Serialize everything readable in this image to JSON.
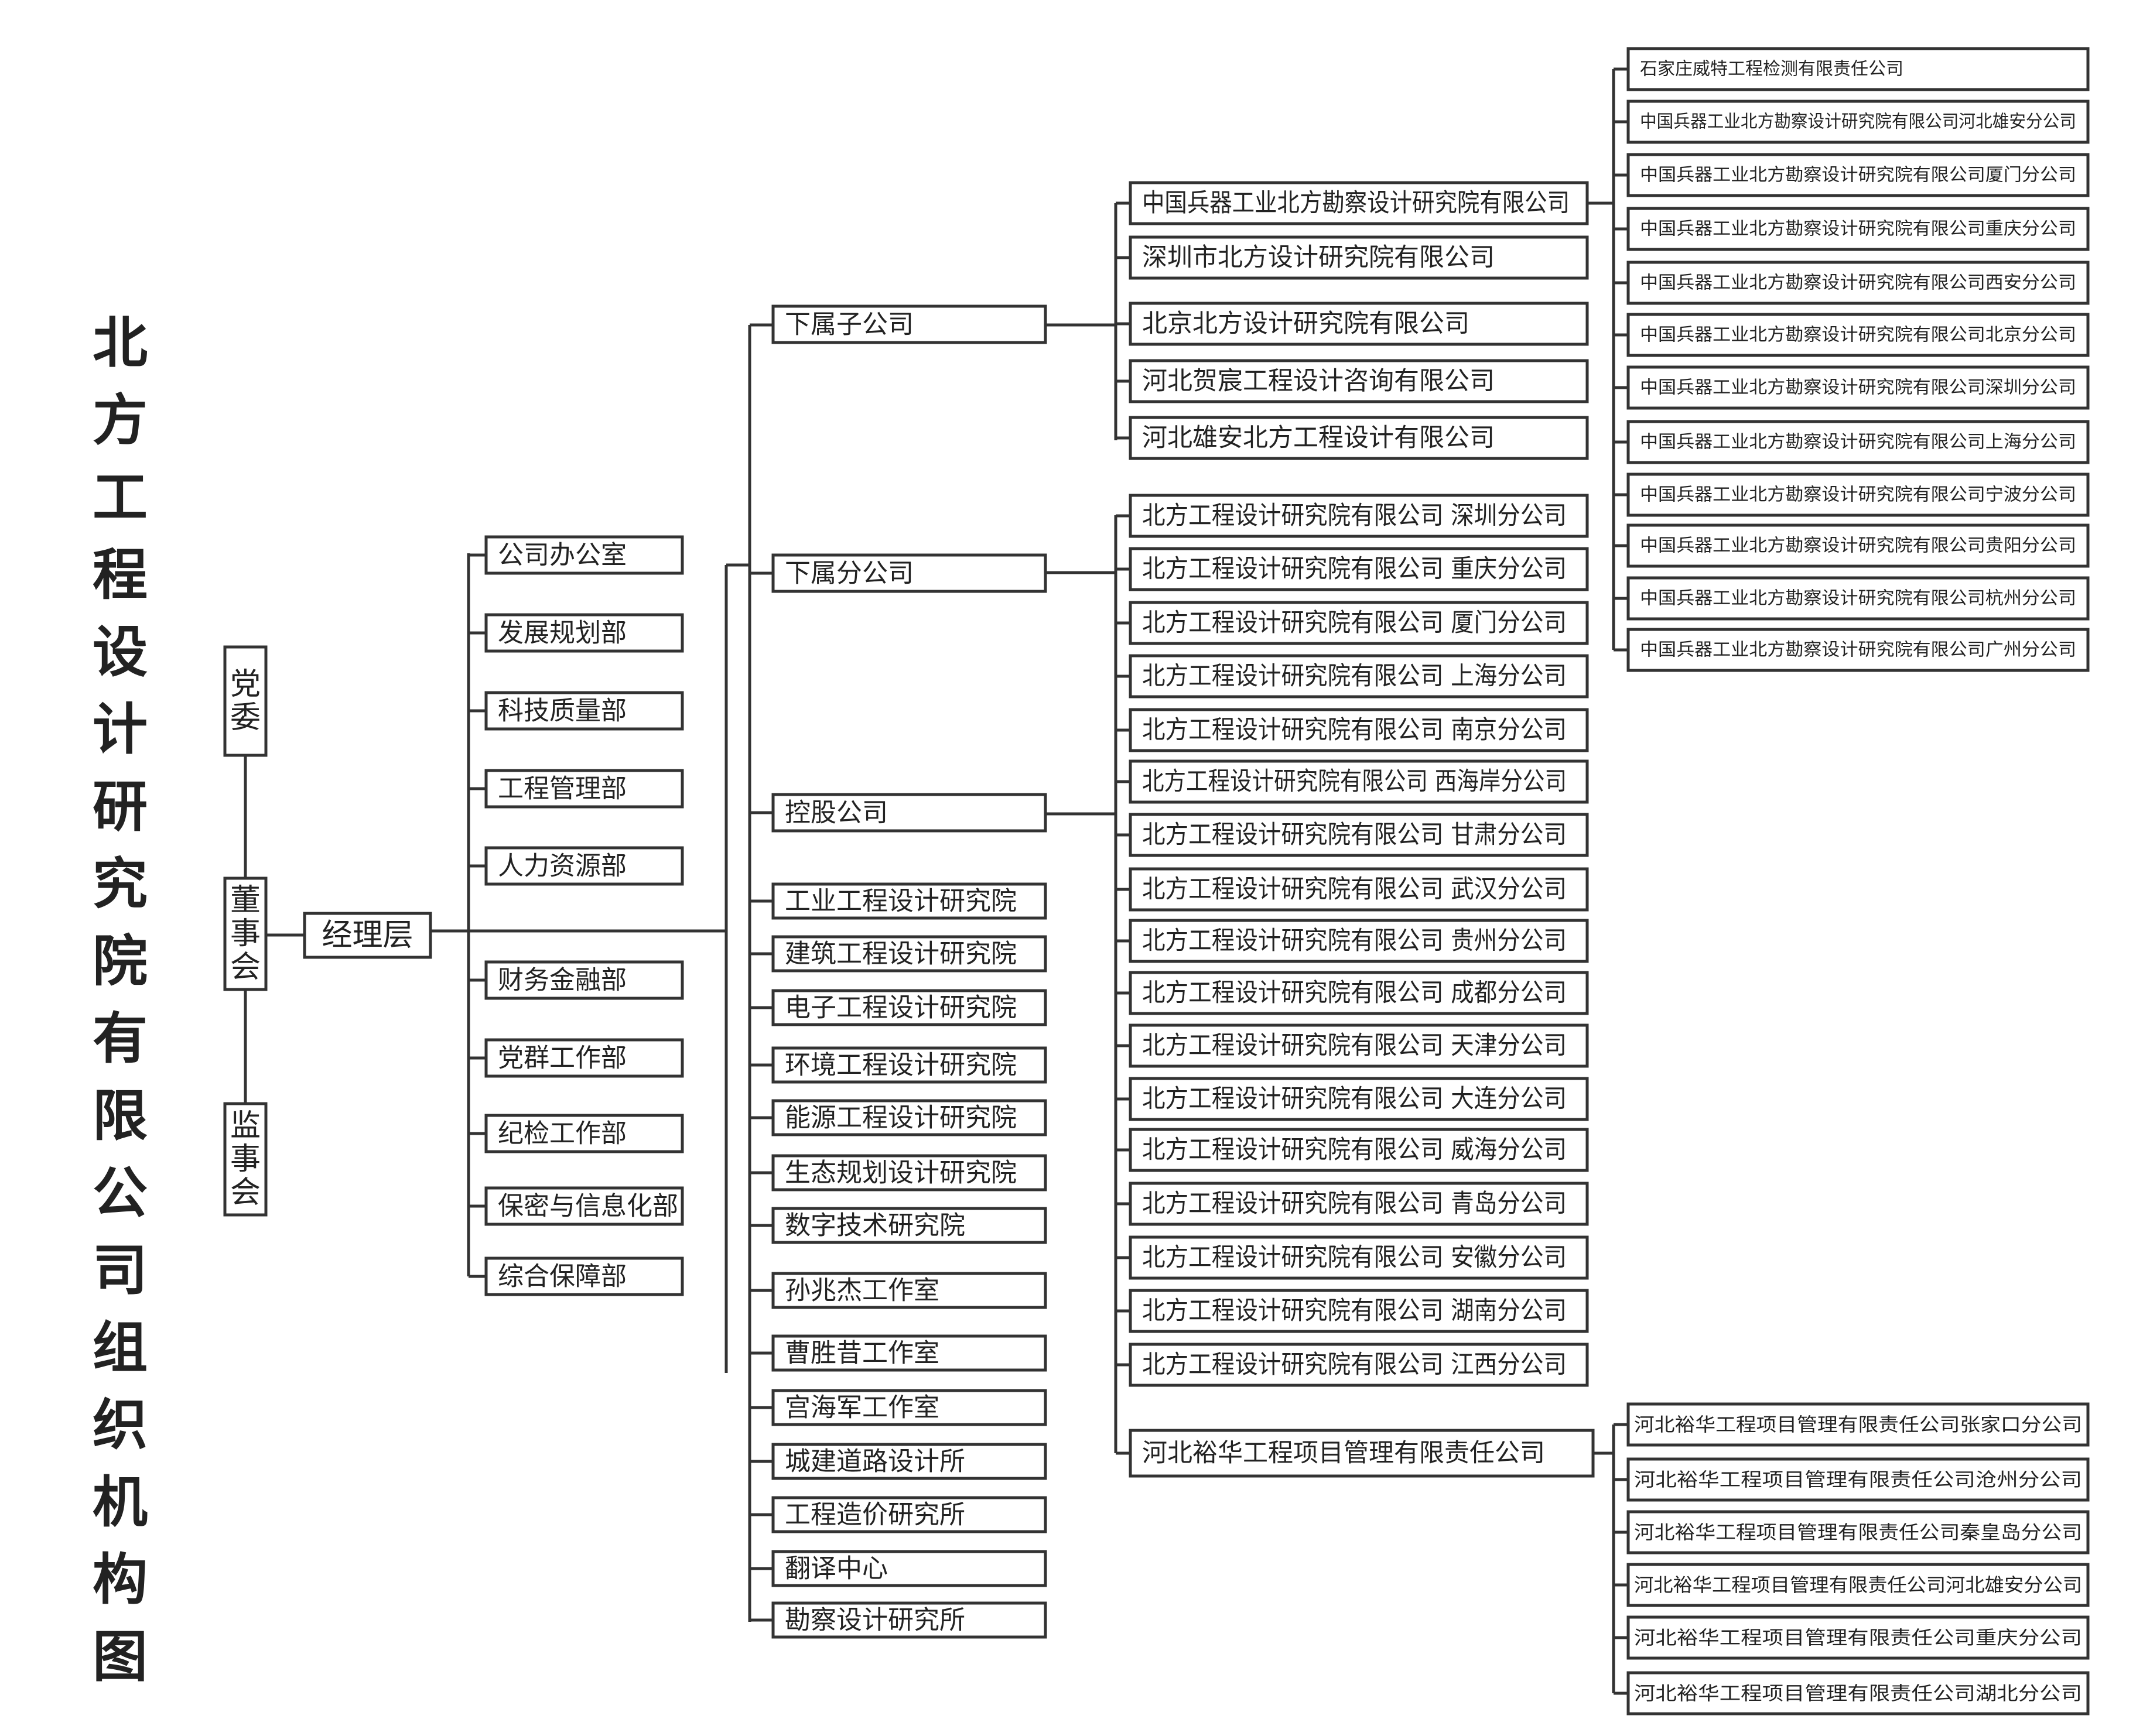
{
  "title": "北方工程设计研究院有限公司组织机构图",
  "colors": {
    "line": "#333333",
    "box_border": "#333333",
    "background": "#ffffff",
    "text": "#222222"
  },
  "governance": {
    "party_committee": "党委",
    "board": "董事会",
    "supervisory_board": "监事会"
  },
  "management": "经理层",
  "departments_upper": [
    "公司办公室",
    "发展规划部",
    "科技质量部",
    "工程管理部",
    "人力资源部"
  ],
  "departments_lower": [
    "财务金融部",
    "党群工作部",
    "纪检工作部",
    "保密与信息化部",
    "综合保障部"
  ],
  "middle_units": [
    "下属子公司",
    "下属分公司",
    "控股公司",
    "工业工程设计研究院",
    "建筑工程设计研究院",
    "电子工程设计研究院",
    "环境工程设计研究院",
    "能源工程设计研究院",
    "生态规划设计研究院",
    "数字技术研究院",
    "孙兆杰工作室",
    "曹胜昔工作室",
    "宫海军工作室",
    "城建道路设计所",
    "工程造价研究所",
    "翻译中心",
    "勘察设计研究所"
  ],
  "subsidiaries": [
    "中国兵器工业北方勘察设计研究院有限公司",
    "深圳市北方设计研究院有限公司",
    "北京北方设计研究院有限公司",
    "河北贺宸工程设计咨询有限公司",
    "河北雄安北方工程设计有限公司"
  ],
  "branches": [
    "北方工程设计研究院有限公司 深圳分公司",
    "北方工程设计研究院有限公司 重庆分公司",
    "北方工程设计研究院有限公司 厦门分公司",
    "北方工程设计研究院有限公司 上海分公司",
    "北方工程设计研究院有限公司 南京分公司",
    "北方工程设计研究院有限公司 西海岸分公司",
    "北方工程设计研究院有限公司 甘肃分公司",
    "北方工程设计研究院有限公司 武汉分公司",
    "北方工程设计研究院有限公司 贵州分公司",
    "北方工程设计研究院有限公司 成都分公司",
    "北方工程设计研究院有限公司 天津分公司",
    "北方工程设计研究院有限公司 大连分公司",
    "北方工程设计研究院有限公司 威海分公司",
    "北方工程设计研究院有限公司 青岛分公司",
    "北方工程设计研究院有限公司 安徽分公司",
    "北方工程设计研究院有限公司 湖南分公司",
    "北方工程设计研究院有限公司 江西分公司"
  ],
  "holding_company": "河北裕华工程项目管理有限责任公司",
  "survey_institute_subs": [
    "石家庄威特工程检测有限责任公司",
    "中国兵器工业北方勘察设计研究院有限公司河北雄安分公司",
    "中国兵器工业北方勘察设计研究院有限公司厦门分公司",
    "中国兵器工业北方勘察设计研究院有限公司重庆分公司",
    "中国兵器工业北方勘察设计研究院有限公司西安分公司",
    "中国兵器工业北方勘察设计研究院有限公司北京分公司",
    "中国兵器工业北方勘察设计研究院有限公司深圳分公司",
    "中国兵器工业北方勘察设计研究院有限公司上海分公司",
    "中国兵器工业北方勘察设计研究院有限公司宁波分公司",
    "中国兵器工业北方勘察设计研究院有限公司贵阳分公司",
    "中国兵器工业北方勘察设计研究院有限公司杭州分公司",
    "中国兵器工业北方勘察设计研究院有限公司广州分公司"
  ],
  "holding_company_subs": [
    "河北裕华工程项目管理有限责任公司张家口分公司",
    "河北裕华工程项目管理有限责任公司沧州分公司",
    "河北裕华工程项目管理有限责任公司秦皇岛分公司",
    "河北裕华工程项目管理有限责任公司河北雄安分公司",
    "河北裕华工程项目管理有限责任公司重庆分公司",
    "河北裕华工程项目管理有限责任公司湖北分公司"
  ]
}
